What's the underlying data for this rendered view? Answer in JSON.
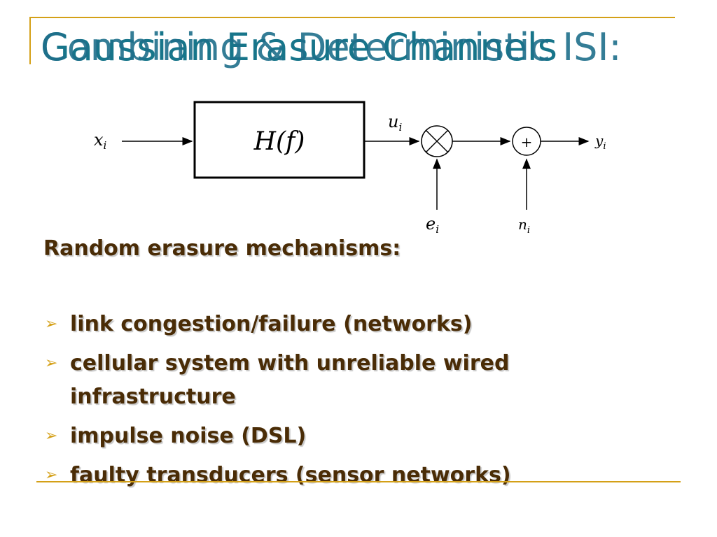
{
  "slide": {
    "title_base": "Gaussian Erasure Channels",
    "title_overlay": "Combining & Deterministic ISI:",
    "heading": "Random erasure mechanisms:",
    "bullets": [
      "link congestion/failure (networks)",
      "cellular system with unreliable wired infrastructure",
      "impulse noise (DSL)",
      "faulty transducers (sensor networks)"
    ],
    "bullet_icon": "arrow-right-icon"
  },
  "diagram": {
    "input": "x",
    "input_sub": "i",
    "block": "H(f)",
    "intermediate": "u",
    "intermediate_sub": "i",
    "erasure": "e",
    "erasure_sub": "i",
    "noise": "n",
    "noise_sub": "i",
    "output": "y",
    "output_sub": "i",
    "multiplier_symbol": "×",
    "adder_symbol": "+"
  },
  "colors": {
    "title": "#1f6f8b",
    "text": "#4a2c06",
    "accent": "#d4a017"
  }
}
